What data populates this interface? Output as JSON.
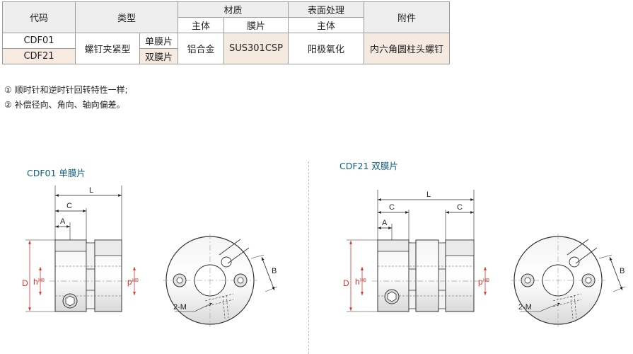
{
  "table": {
    "headers": {
      "code": "代码",
      "type": "类型",
      "material": "材质",
      "surface": "表面处理",
      "accessory": "附件",
      "main_body": "主体",
      "membrane": "膜片",
      "surface_main": "主体"
    },
    "rows": [
      {
        "code": "CDF01",
        "sub_type": "单膜片"
      },
      {
        "code": "CDF21",
        "sub_type": "双膜片"
      }
    ],
    "type_value": "螺钉夹紧型",
    "material_main": "铝合金",
    "material_membrane": "SUS301CSP",
    "surface_value": "阳极氧化",
    "accessory_value": "内六角圆柱头螺钉"
  },
  "notes": [
    "① 顺时针和逆时针回转特性一样;",
    "② 补偿径向、角向、轴向偏差。"
  ],
  "drawings": {
    "left_caption": "CDF01 单膜片",
    "right_caption": "CDF21 双膜片",
    "dims": {
      "L": "L",
      "C": "C",
      "A": "A",
      "D": "D",
      "h": "h",
      "h_sub": "H8",
      "p": "p",
      "p_sub": "H8",
      "B": "B",
      "M": "2-M"
    }
  },
  "colors": {
    "header_bg": "#eeeeee",
    "row_tan": "#f7ebe1",
    "caption": "#0b5f7f",
    "dim_red": "#d4342d"
  }
}
